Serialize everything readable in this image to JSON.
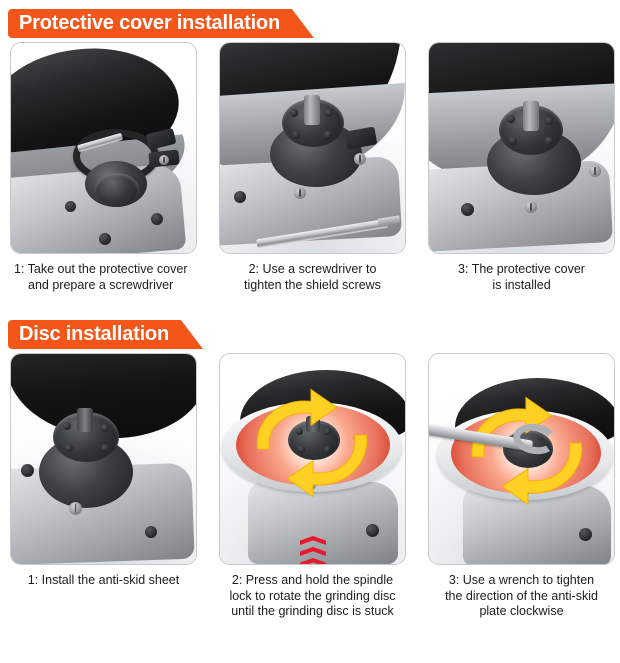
{
  "theme": {
    "banner_color": "#f4561a",
    "banner_text_color": "#ffffff",
    "caption_color": "#1d1d1d",
    "panel_border_color": "#c9c9c9",
    "arrow_color": "#ffd024",
    "chevron_color": "#e8192c",
    "disc_heat_color": "#e8705c"
  },
  "sections": [
    {
      "id": "protective-cover-installation",
      "title": "Protective cover installation",
      "steps": [
        {
          "number": "1",
          "caption_line1": "1: Take out the protective cover",
          "caption_line2": "and prepare a screwdriver",
          "align": "left",
          "image_alt": "angle-grinder-with-protective-cover-and-clamp-ring"
        },
        {
          "number": "2",
          "caption_line1": "2: Use a screwdriver to",
          "caption_line2": "tighten the shield screws",
          "align": "center",
          "image_alt": "grinder-spindle-with-screwdriver"
        },
        {
          "number": "3",
          "caption_line1": "3: The protective cover",
          "caption_line2": "is installed",
          "align": "center",
          "image_alt": "grinder-with-cover-installed"
        }
      ]
    },
    {
      "id": "disc-installation",
      "title": "Disc installation",
      "steps": [
        {
          "number": "1",
          "caption_line1": "1: Install the anti-skid sheet",
          "caption_line2": "",
          "align": "center",
          "image_alt": "grinder-spindle-with-anti-skid-sheet"
        },
        {
          "number": "2",
          "caption_line1": "2: Press and hold the spindle",
          "caption_line2": "lock to rotate the grinding disc",
          "caption_line3": "until the grinding disc is stuck",
          "align": "center",
          "image_alt": "grinding-disc-rotating-with-spindle-lock-arrows"
        },
        {
          "number": "3",
          "caption_line1": "3: Use a wrench to tighten",
          "caption_line2": "the direction of the anti-skid",
          "caption_line3": "plate clockwise",
          "align": "center",
          "image_alt": "wrench-tightening-grinding-disc-clockwise"
        }
      ]
    }
  ]
}
